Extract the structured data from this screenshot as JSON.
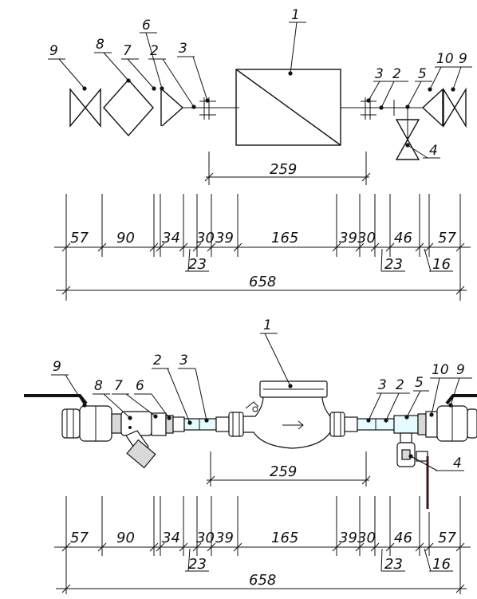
{
  "leaders": {
    "p1": "1",
    "p2": "2",
    "p3": "3",
    "p4": "4",
    "p5": "5",
    "p6": "6",
    "p7": "7",
    "p8": "8",
    "p9": "9",
    "p10": "10"
  },
  "dims": {
    "d57a": "57",
    "d90": "90",
    "d34": "34",
    "d30a": "30",
    "d39a": "39",
    "d165": "165",
    "d39b": "39",
    "d30b": "30",
    "d46": "46",
    "d57b": "57",
    "d23a": "23",
    "d23b": "23",
    "d16": "16",
    "d259": "259",
    "d658": "658"
  },
  "colors": {
    "line": "#111111",
    "accent_blue": "#e6fbff"
  }
}
